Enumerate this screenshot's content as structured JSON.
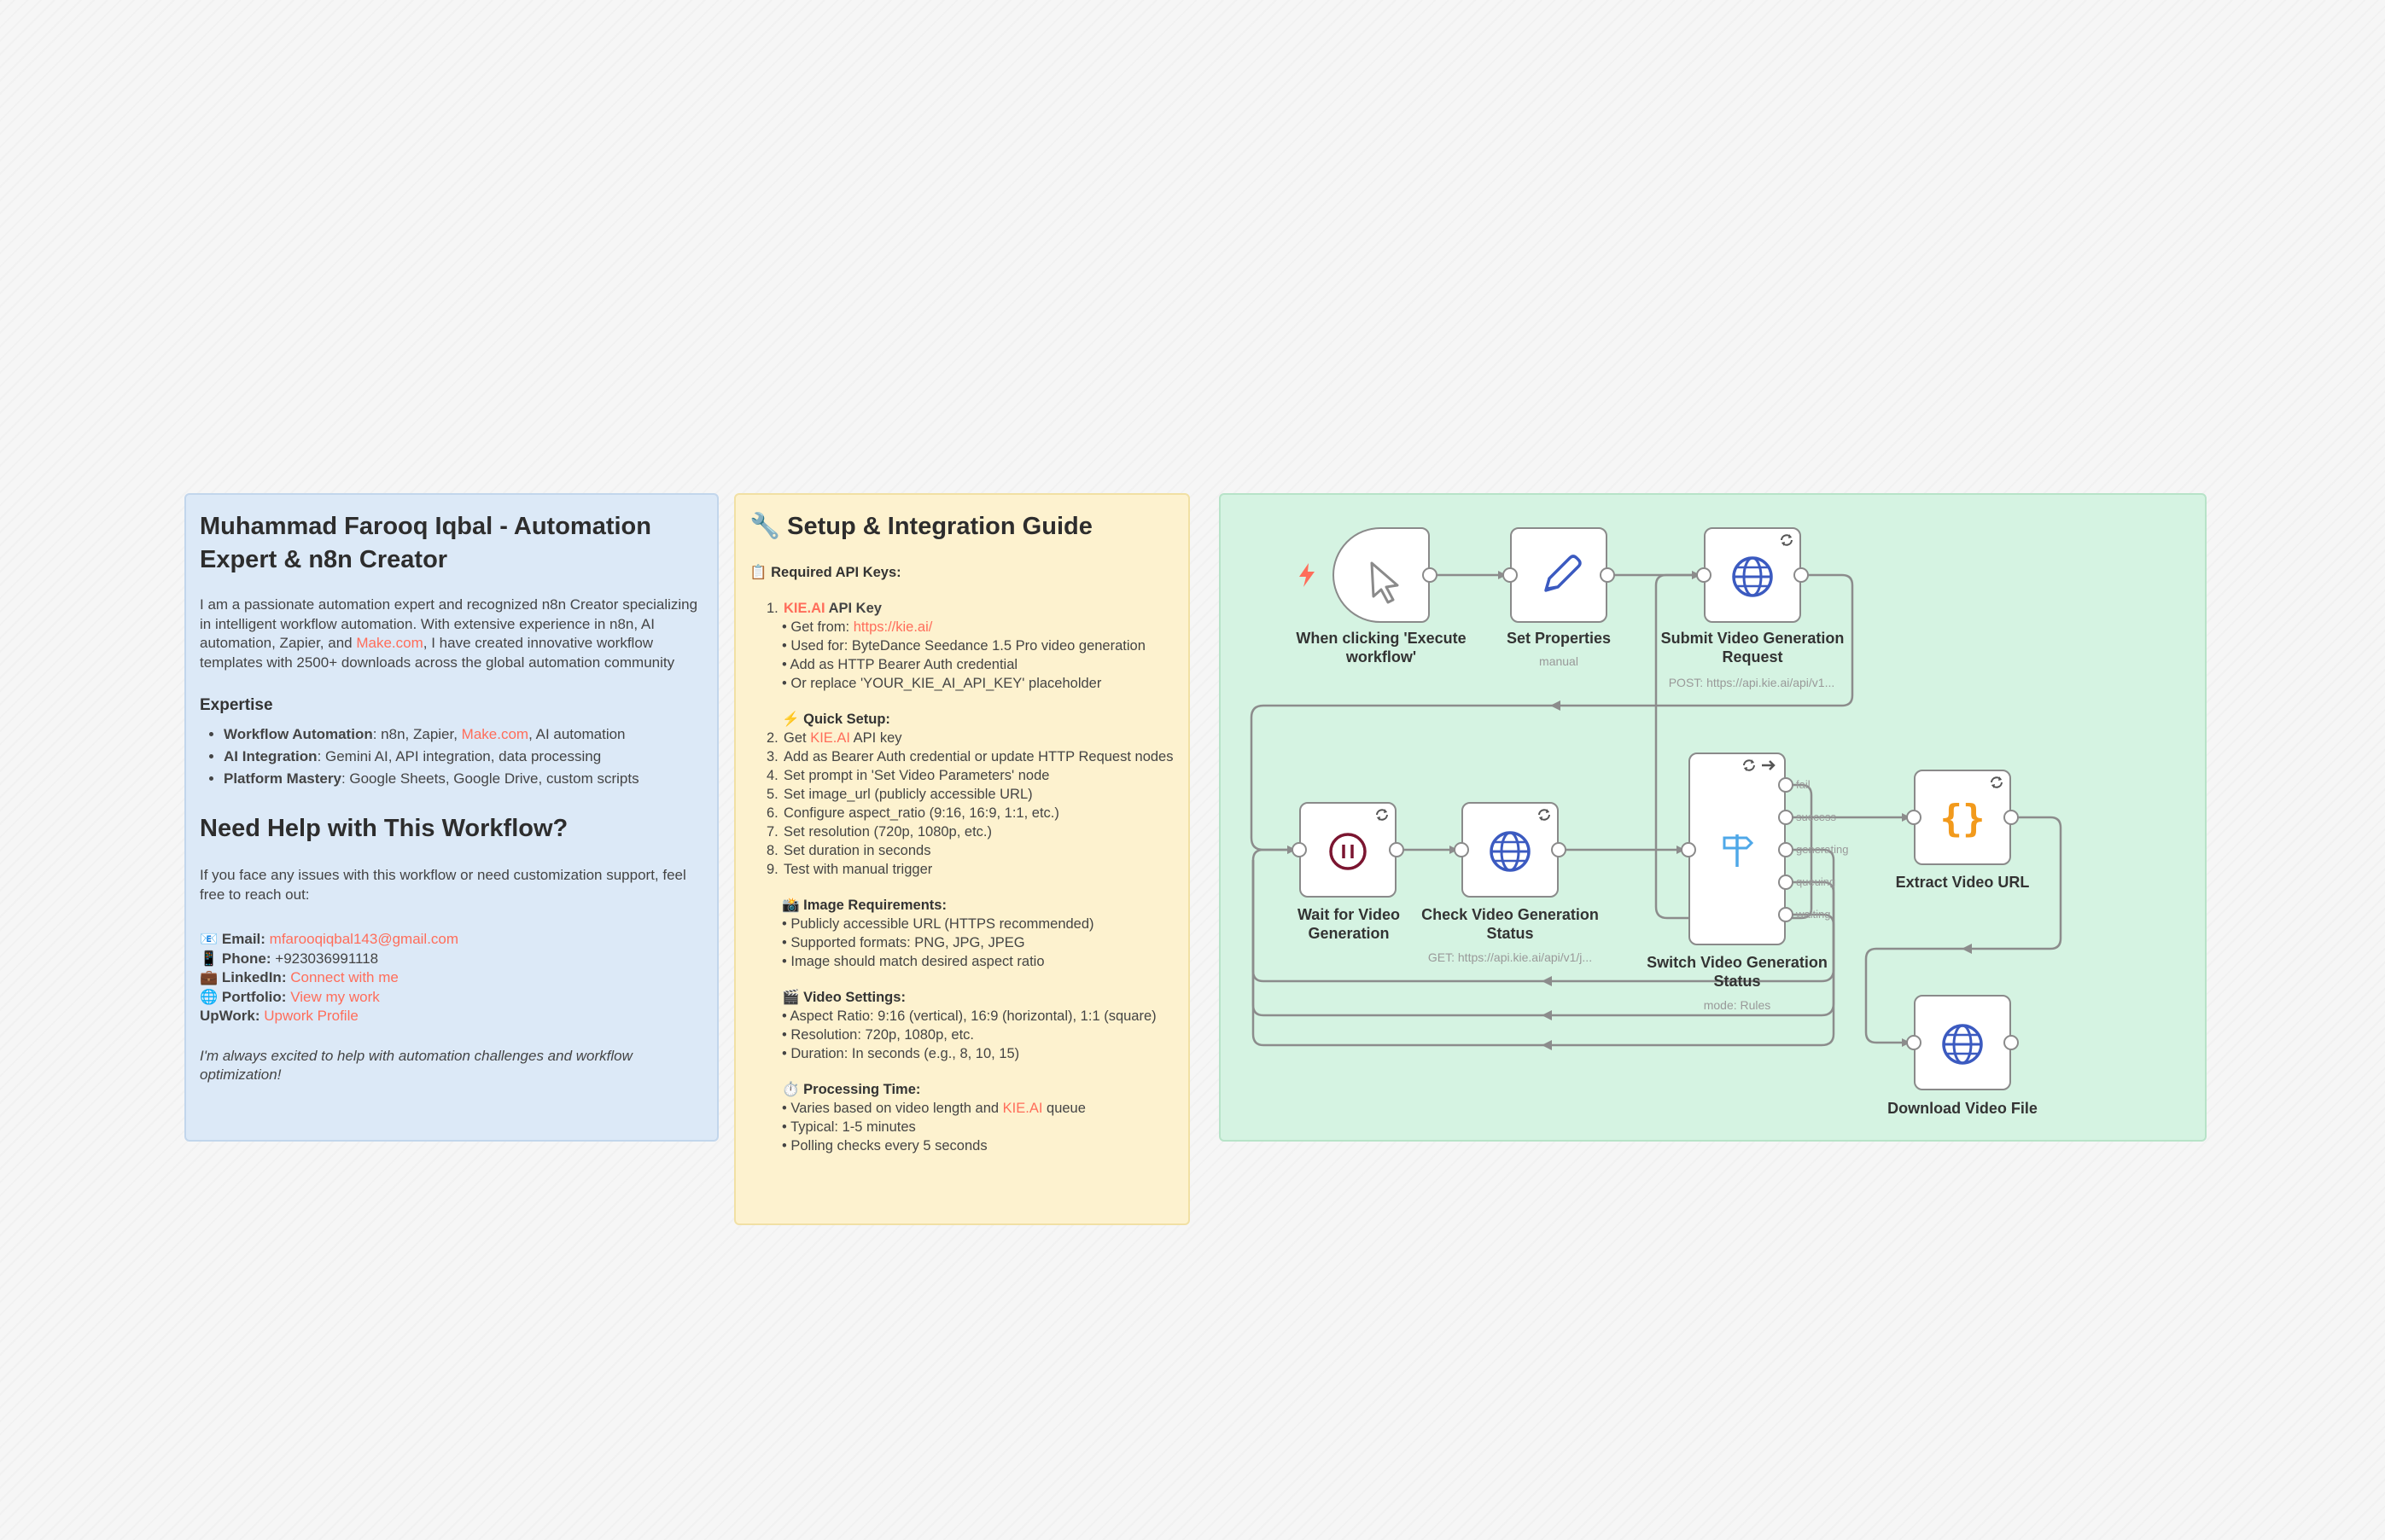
{
  "profile": {
    "title": "Muhammad Farooq Iqbal - Automation Expert & n8n Creator",
    "intro_a": "I am a passionate automation expert and recognized n8n Creator specializing in intelligent workflow automation. With extensive experience in n8n, AI automation, Zapier, and ",
    "intro_link": "Make.com",
    "intro_b": ", I have created innovative workflow templates with 2500+ downloads across the global automation community",
    "expertise_heading": "Expertise",
    "expertise": [
      {
        "label": "Workflow Automation",
        "text_a": ": n8n, Zapier, ",
        "link": "Make.com",
        "text_b": ", AI automation"
      },
      {
        "label": "AI Integration",
        "text_a": ": Gemini AI, API integration, data processing",
        "link": "",
        "text_b": ""
      },
      {
        "label": "Platform Mastery",
        "text_a": ": Google Sheets, Google Drive, custom scripts",
        "link": "",
        "text_b": ""
      }
    ],
    "help_heading": "Need Help with This Workflow?",
    "help_text": "If you face any issues with this workflow or need customization support, feel free to reach out:",
    "contacts": [
      {
        "icon": "📧",
        "label": "Email",
        "value": "mfarooqiqbal143@gmail.com",
        "is_link": true
      },
      {
        "icon": "📱",
        "label": "Phone",
        "value": "+923036991118",
        "is_link": false
      },
      {
        "icon": "💼",
        "label": "LinkedIn",
        "value": "Connect with me",
        "is_link": true
      },
      {
        "icon": "🌐",
        "label": "Portfolio",
        "value": "View my work",
        "is_link": true
      },
      {
        "icon": "",
        "label": "UpWork",
        "value": "Upwork Profile",
        "is_link": true
      }
    ],
    "closing": "I'm always excited to help with automation challenges and workflow optimization!"
  },
  "setup": {
    "title_icon": "🔧",
    "title": "Setup & Integration Guide",
    "required_icon": "📋",
    "required_heading": "Required API Keys:",
    "api_num": "1.",
    "api_name": "KIE.AI",
    "api_suffix": " API Key",
    "api_bullets": [
      {
        "text": "• Get from: ",
        "link": "https://kie.ai/"
      },
      {
        "text": "• Used for: ByteDance Seedance 1.5 Pro video generation",
        "link": ""
      },
      {
        "text": "• Add as HTTP Bearer Auth credential",
        "link": ""
      },
      {
        "text": "• Or replace 'YOUR_KIE_AI_API_KEY' placeholder",
        "link": ""
      }
    ],
    "quick_icon": "⚡",
    "quick_heading": "Quick Setup:",
    "steps": [
      {
        "num": "2.",
        "a": "Get ",
        "link": "KIE.AI",
        "b": " API key"
      },
      {
        "num": "3.",
        "a": "Add as Bearer Auth credential or update HTTP Request nodes",
        "link": "",
        "b": ""
      },
      {
        "num": "4.",
        "a": "Set prompt in 'Set Video Parameters' node",
        "link": "",
        "b": ""
      },
      {
        "num": "5.",
        "a": "Set image_url (publicly accessible URL)",
        "link": "",
        "b": ""
      },
      {
        "num": "6.",
        "a": "Configure aspect_ratio (9:16, 16:9, 1:1, etc.)",
        "link": "",
        "b": ""
      },
      {
        "num": "7.",
        "a": "Set resolution (720p, 1080p, etc.)",
        "link": "",
        "b": ""
      },
      {
        "num": "8.",
        "a": "Set duration in seconds",
        "link": "",
        "b": ""
      },
      {
        "num": "9.",
        "a": "Test with manual trigger",
        "link": "",
        "b": ""
      }
    ],
    "image_icon": "📸",
    "image_heading": "Image Requirements:",
    "image_bullets": [
      "• Publicly accessible URL (HTTPS recommended)",
      "• Supported formats: PNG, JPG, JPEG",
      "• Image should match desired aspect ratio"
    ],
    "video_icon": "🎬",
    "video_heading": "Video Settings:",
    "video_bullets": [
      "• Aspect Ratio: 9:16 (vertical), 16:9 (horizontal), 1:1 (square)",
      "• Resolution: 720p, 1080p, etc.",
      "• Duration: In seconds (e.g., 8, 10, 15)"
    ],
    "time_icon": "⏱️",
    "time_heading": "Processing Time:",
    "time_a": "• Varies based on video length and ",
    "time_link": "KIE.AI",
    "time_b": " queue",
    "time_bullets": [
      "• Typical: 1-5 minutes",
      "• Polling checks every 5 seconds"
    ]
  },
  "nodes": {
    "trigger": {
      "label": "When clicking 'Execute workflow'",
      "icon": "cursor-icon"
    },
    "set_props": {
      "label": "Set Properties",
      "sub": "manual",
      "icon": "pencil-icon"
    },
    "submit": {
      "label": "Submit Video Generation Request",
      "sub": "POST: https://api.kie.ai/api/v1...",
      "icon": "globe-icon"
    },
    "wait": {
      "label": "Wait for Video Generation",
      "icon": "pause-icon"
    },
    "check": {
      "label": "Check Video Generation Status",
      "sub": "GET: https://api.kie.ai/api/v1/j...",
      "icon": "globe-icon"
    },
    "switch": {
      "label": "Switch Video Generation Status",
      "sub": "mode: Rules",
      "icon": "signpost-icon",
      "outputs": [
        "fail",
        "success",
        "generating",
        "queuing",
        "waiting"
      ]
    },
    "extract": {
      "label": "Extract Video URL",
      "icon": "braces-icon"
    },
    "download": {
      "label": "Download Video File",
      "icon": "globe-icon"
    }
  },
  "colors": {
    "accent_link": "#ff6d5a",
    "trigger_bolt": "#ff6d5a",
    "globe": "#3b5ac0",
    "pencil": "#3b5ac0",
    "wait": "#7b1530",
    "switch": "#4fa8e8",
    "braces": "#f29a1c"
  }
}
